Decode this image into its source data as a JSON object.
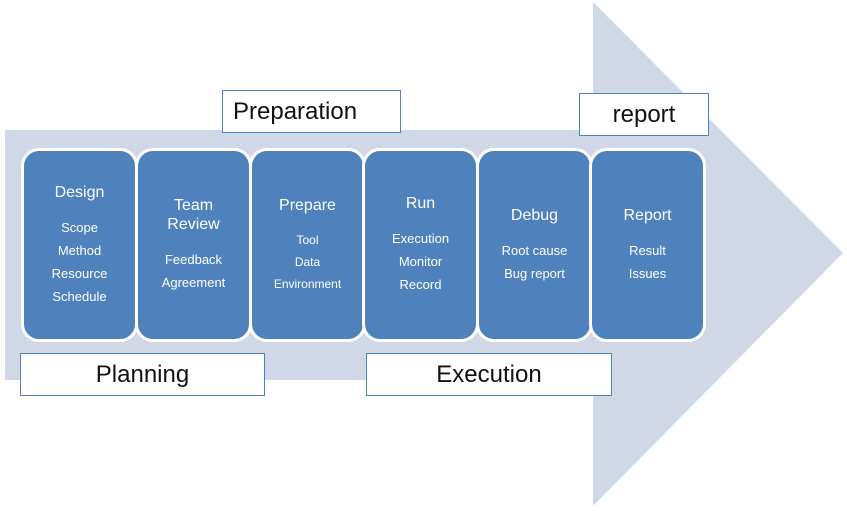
{
  "stages": {
    "preparation": "Preparation",
    "report": "report",
    "planning": "Planning",
    "execution": "Execution"
  },
  "steps": [
    {
      "title_lines": [
        "Design"
      ],
      "items": [
        "Scope",
        "Method",
        "Resource",
        "Schedule"
      ]
    },
    {
      "title_lines": [
        "Team",
        "Review"
      ],
      "items": [
        "Feedback",
        "Agreement"
      ]
    },
    {
      "title_lines": [
        "Prepare"
      ],
      "items": [
        "Tool",
        "Data",
        "Environment"
      ]
    },
    {
      "title_lines": [
        "Run"
      ],
      "items": [
        "Execution",
        "Monitor",
        "Record"
      ]
    },
    {
      "title_lines": [
        "Debug"
      ],
      "items": [
        "Root cause",
        "Bug report"
      ]
    },
    {
      "title_lines": [
        "Report"
      ],
      "items": [
        "Result",
        "Issues"
      ]
    }
  ],
  "colors": {
    "arrow": "#d0d8e8",
    "box": "#4f81bd",
    "label_border": "#4f81bd"
  }
}
